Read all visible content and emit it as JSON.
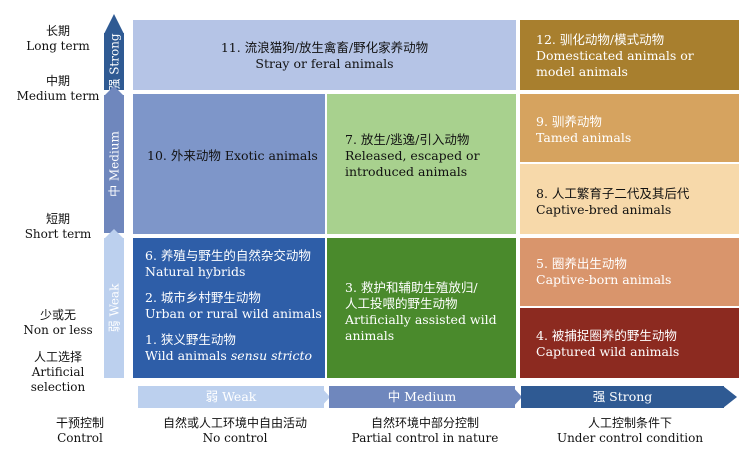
{
  "left_axis": {
    "long": {
      "zh": "长期",
      "en": "Long term"
    },
    "medium": {
      "zh": "中期",
      "en": "Medium term"
    },
    "short": {
      "zh": "短期",
      "en": "Short term"
    },
    "less": {
      "zh": "少或无",
      "en": "Non or less"
    },
    "artificial": {
      "zh": "人工选择",
      "en1": "Artificial",
      "en2": "selection"
    }
  },
  "vertical_arrow": {
    "strong": "强 Strong",
    "medium": "中 Medium",
    "weak": "弱 Weak"
  },
  "cells": {
    "c11": {
      "zh": "11. 流浪猫狗/放生禽畜/野化家养动物",
      "en": "Stray or feral animals"
    },
    "c12": {
      "zh": "12. 驯化动物/模式动物",
      "en1": "Domesticated animals or",
      "en2": "model animals"
    },
    "c10": {
      "zh": "10. 外来动物 Exotic animals"
    },
    "c7": {
      "zh": "7. 放生/逃逸/引入动物",
      "en1": "Released, escaped or",
      "en2": "introduced animals"
    },
    "c9": {
      "zh": "9. 驯养动物",
      "en": "Tamed animals"
    },
    "c8": {
      "zh": "8. 人工繁育子二代及其后代",
      "en": "Captive-bred animals"
    },
    "c6": {
      "zh": "6. 养殖与野生的自然杂交动物",
      "en": "Natural hybrids"
    },
    "c2": {
      "zh": "2. 城市乡村野生动物",
      "en": "Urban or rural wild animals"
    },
    "c1": {
      "zh": "1. 狭义野生动物",
      "en": "Wild animals",
      "en_it": "sensu stricto"
    },
    "c3": {
      "zh1": "3. 救护和辅助生殖放归/",
      "zh2": "人工投喂的野生动物",
      "en1": "Artificially assisted wild",
      "en2": "animals"
    },
    "c5": {
      "zh": "5. 圈养出生动物",
      "en": "Captive-born animals"
    },
    "c4": {
      "zh": "4. 被捕捉圈养的野生动物",
      "en": "Captured wild animals"
    }
  },
  "horizontal_arrow": {
    "weak": "弱 Weak",
    "medium": "中 Medium",
    "strong": "强 Strong"
  },
  "bottom": {
    "control": {
      "zh": "干预控制",
      "en": "Control"
    },
    "no_control": {
      "zh": "自然或人工环境中自由活动",
      "en": "No control"
    },
    "partial": {
      "zh": "自然环境中部分控制",
      "en": "Partial control in nature"
    },
    "under": {
      "zh": "人工控制条件下",
      "en": "Under control condition"
    }
  },
  "colors": {
    "row_strong": "#b5c4e6",
    "row_medium_left": "#7e96c9",
    "row_medium_mid": "#a8d18e",
    "row_weak_left": "#2e5ea8",
    "row_weak_mid": "#4a8a2c",
    "c12": "#a87f2e",
    "c9": "#d6a35f",
    "c8": "#f7d9aa",
    "c5": "#d9956c",
    "c4": "#8c2a20",
    "arrow_strong": "#2f5a93",
    "arrow_medium": "#6f87bd",
    "arrow_weak": "#bcd0ee"
  }
}
